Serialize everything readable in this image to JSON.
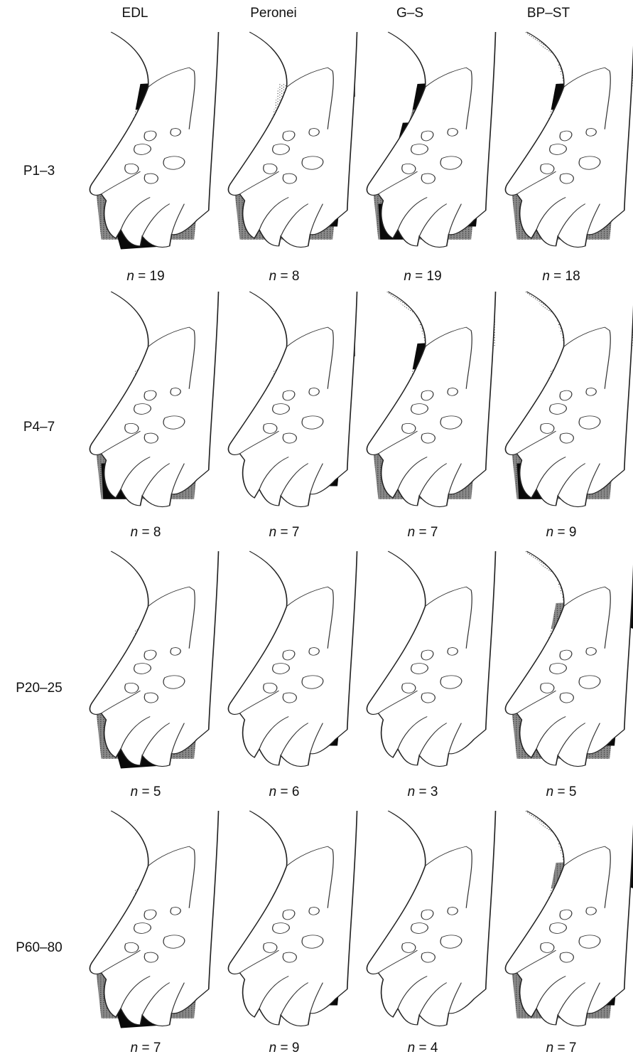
{
  "columns": [
    "EDL",
    "Peronei",
    "G–S",
    "BP–ST"
  ],
  "rows": [
    {
      "label": "P1–3",
      "n": [
        "19",
        "8",
        "19",
        "18"
      ]
    },
    {
      "label": "P4–7",
      "n": [
        "8",
        "7",
        "7",
        "9"
      ]
    },
    {
      "label": "P20–25",
      "n": [
        "5",
        "6",
        "3",
        "5"
      ]
    },
    {
      "label": "P60–80",
      "n": [
        "7",
        "9",
        "4",
        "7"
      ]
    }
  ],
  "n_prefix": "n",
  "n_eq": " = ",
  "shading": {
    "P1–3": [
      {
        "light": [
          "mid",
          "toes"
        ],
        "medium": [
          "toes"
        ],
        "dark": [
          "ankle",
          "mid_l",
          "mid_r",
          "toes_mid"
        ]
      },
      {
        "light": [
          "mid",
          "ankle"
        ],
        "medium": [
          "mid_band",
          "toes"
        ],
        "dark": [
          "ankle_r",
          "toe_r"
        ]
      },
      {
        "light": [
          "ankle"
        ],
        "medium": [
          "mid",
          "toes"
        ],
        "dark": [
          "ankle",
          "band",
          "toe_l",
          "toe_r"
        ]
      },
      {
        "light": [
          "thigh",
          "mid"
        ],
        "medium": [
          "ankle",
          "toes"
        ],
        "dark": [
          "ankle"
        ]
      }
    ],
    "P4–7": [
      {
        "light": [
          "mid"
        ],
        "medium": [
          "toes"
        ],
        "dark": [
          "toe_l"
        ]
      },
      {
        "light": [
          "mid"
        ],
        "medium": [
          "toe_r"
        ],
        "dark": [
          "ankle_r",
          "toe_r"
        ]
      },
      {
        "light": [
          "thigh",
          "mid"
        ],
        "medium": [
          "toes"
        ],
        "dark": [
          "ankle"
        ]
      },
      {
        "light": [
          "thigh",
          "mid"
        ],
        "medium": [
          "toes"
        ],
        "dark": [
          "toe_l"
        ]
      }
    ],
    "P20–25": [
      {
        "light": [
          "mid"
        ],
        "medium": [
          "toes"
        ],
        "dark": [
          "toes_mid"
        ]
      },
      {
        "light": [
          "mid_r"
        ],
        "medium": [
          "toe_r"
        ],
        "dark": [
          "toe_r"
        ]
      },
      {
        "light": [],
        "medium": [],
        "dark": []
      },
      {
        "light": [
          "thigh",
          "mid"
        ],
        "medium": [
          "ankle",
          "toes"
        ],
        "dark": [
          "thigh_r",
          "toe_r"
        ]
      }
    ],
    "P60–80": [
      {
        "light": [
          "mid"
        ],
        "medium": [
          "toes"
        ],
        "dark": [
          "toes_mid"
        ]
      },
      {
        "light": [
          "mid_r"
        ],
        "medium": [
          "toe_r"
        ],
        "dark": [
          "toe_r"
        ]
      },
      {
        "light": [],
        "medium": [],
        "dark": []
      },
      {
        "light": [
          "thigh",
          "mid"
        ],
        "medium": [
          "ankle",
          "toes"
        ],
        "dark": [
          "thigh_r",
          "toe_r"
        ]
      }
    ]
  }
}
